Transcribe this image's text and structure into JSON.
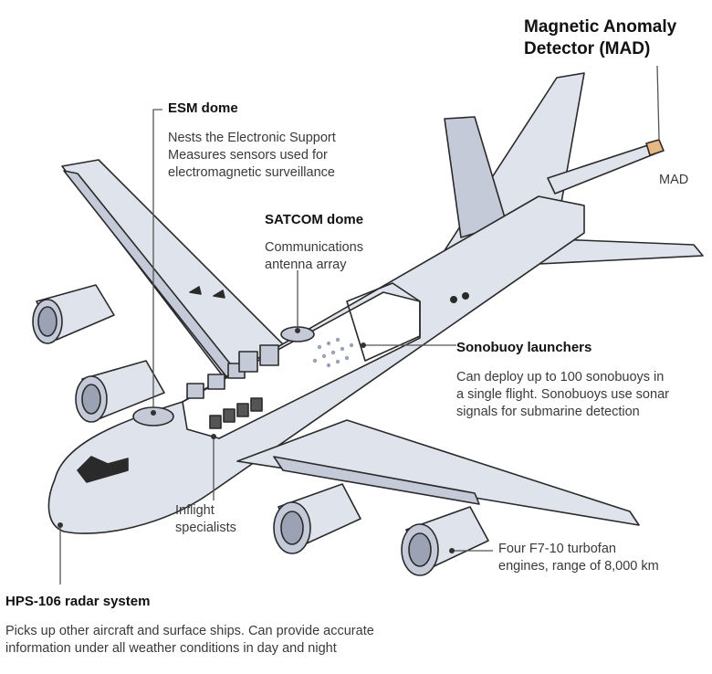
{
  "callouts": {
    "mad": {
      "title_line1": "Magnetic  Anomaly",
      "title_line2": "Detector (MAD)",
      "tag": "MAD"
    },
    "esm": {
      "title": "ESM dome",
      "desc_line1": "Nests the Electronic Support",
      "desc_line2": "Measures sensors used for",
      "desc_line3": "electromagnetic surveillance"
    },
    "satcom": {
      "title": "SATCOM dome",
      "desc_line1": "Communications",
      "desc_line2": "antenna array"
    },
    "sonobuoy": {
      "title": "Sonobuoy launchers",
      "desc_line1": "Can deploy up to 100 sonobuoys in",
      "desc_line2": "a single flight. Sonobuoys use sonar",
      "desc_line3": "signals for submarine detection"
    },
    "inflight": {
      "desc_line1": "Inflight",
      "desc_line2": "specialists"
    },
    "engines": {
      "desc_line1": "Four F7-10 turbofan",
      "desc_line2": "engines, range of 8,000 km"
    },
    "radar": {
      "title": "HPS-106 radar system",
      "desc_line1": "Picks up other aircraft and surface ships. Can provide accurate",
      "desc_line2": "information under all weather  conditions in day and night"
    }
  },
  "colors": {
    "body_fill": "#dfe3ec",
    "body_shade": "#c4cad8",
    "outline": "#2a2a2a",
    "engine_dark": "#9aa2b4",
    "mad_boom": "#e8b884",
    "leader": "#555555"
  }
}
